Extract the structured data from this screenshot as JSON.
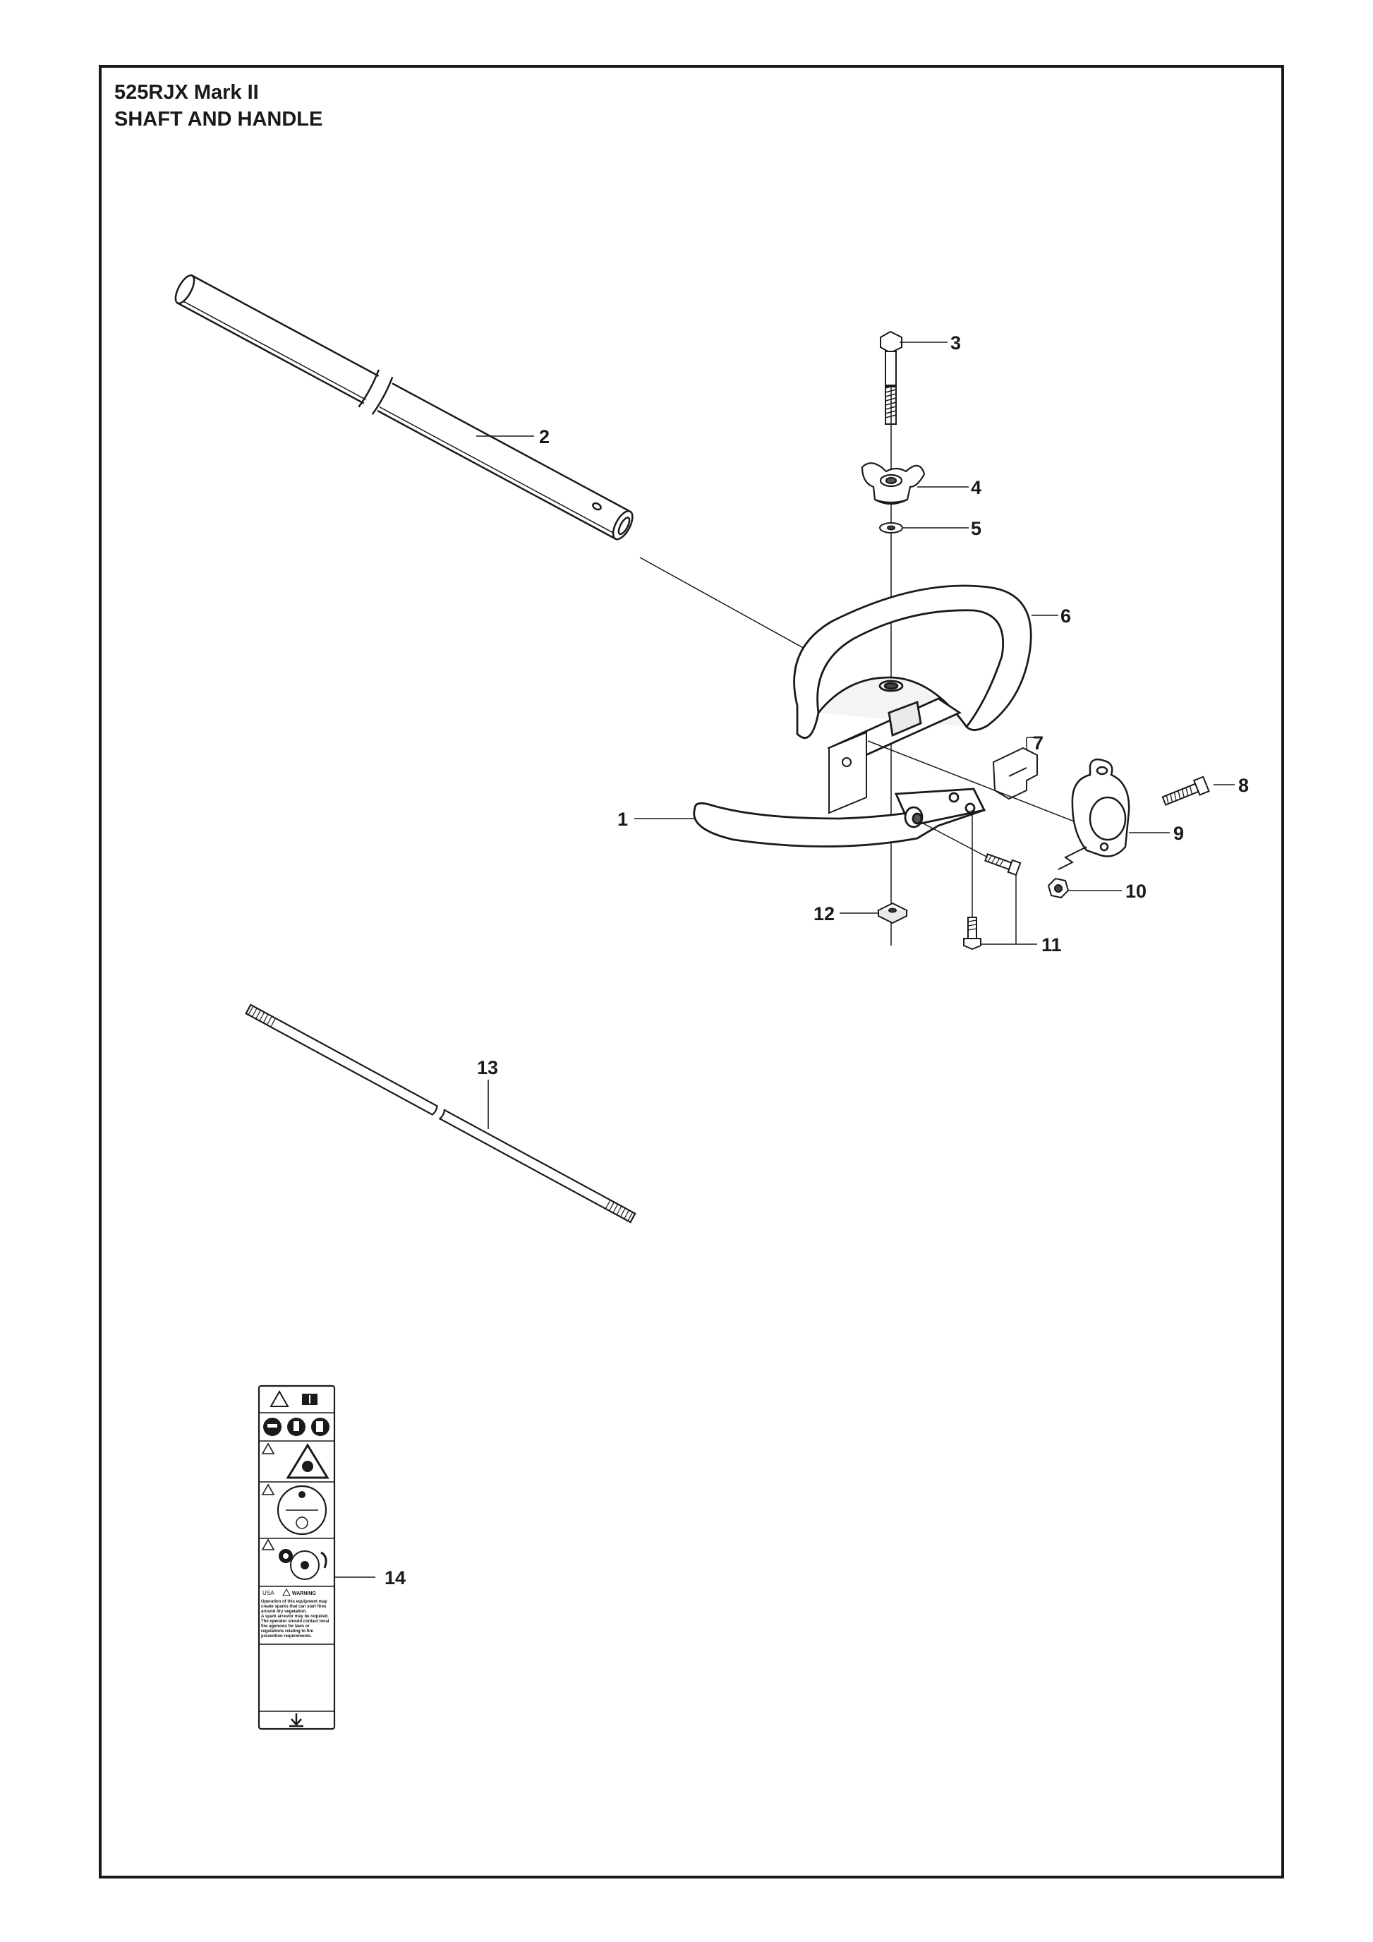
{
  "header": {
    "model": "525RJX Mark II",
    "section": "SHAFT AND HANDLE"
  },
  "callouts": [
    "1",
    "2",
    "3",
    "4",
    "5",
    "6",
    "7",
    "8",
    "9",
    "10",
    "11",
    "12",
    "13",
    "14"
  ],
  "label": {
    "usa_text": "USA",
    "warning_title": "WARNING",
    "warning_body": [
      "Operation of this equipment may",
      "create sparks that can start fires",
      "around dry vegetation.",
      "A spark arrestor may be required.",
      "The operator should contact local",
      "fire agencies for laws or",
      "regulations relating to fire",
      "prevention requirements."
    ]
  }
}
